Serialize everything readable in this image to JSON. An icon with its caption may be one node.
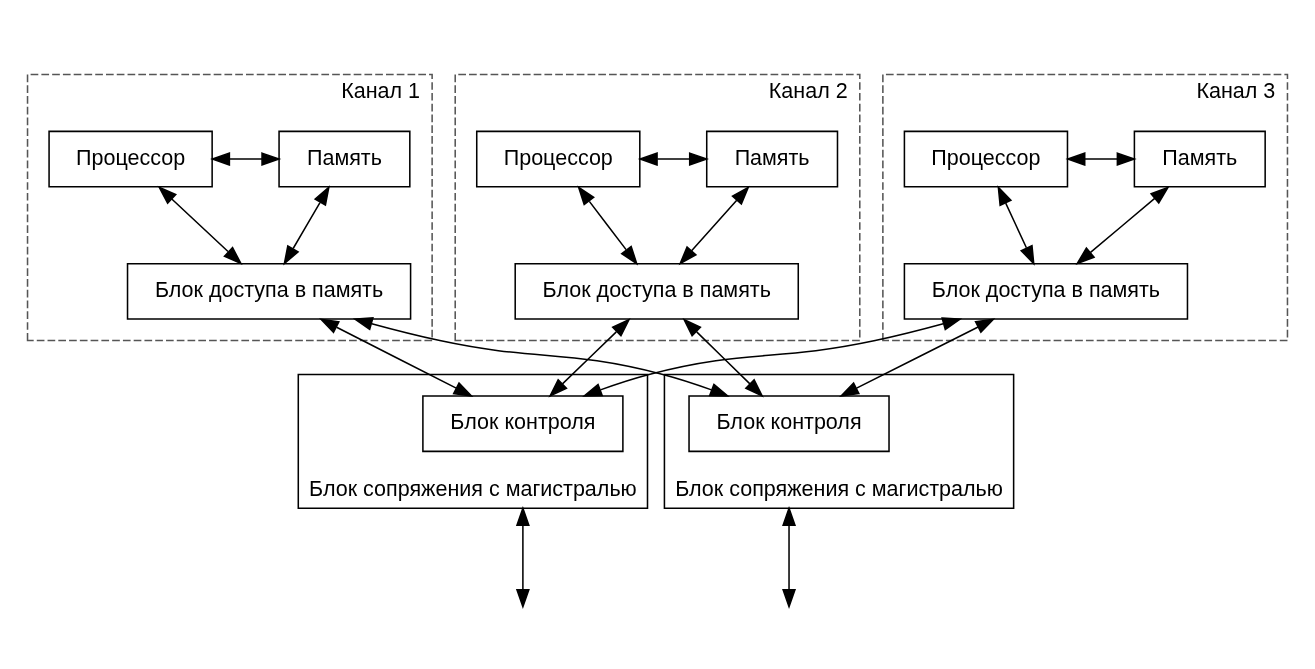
{
  "diagram": {
    "nodes": [
      {
        "text": [
          "Канал 1"
        ]
      },
      {
        "text": [
          "Процессор"
        ],
        "in": 0
      },
      {
        "text": [
          "Память"
        ],
        "in": 0
      },
      {
        "text": [
          "Блок доступа в память"
        ],
        "in": 0
      },
      {
        "text": [
          "Канал 2"
        ]
      },
      {
        "text": [
          "Процессор"
        ],
        "in": 4
      },
      {
        "text": [
          "Память"
        ],
        "in": 4
      },
      {
        "text": [
          "Блок доступа в память"
        ],
        "in": 4
      },
      {
        "text": [
          "Канал 3"
        ]
      },
      {
        "text": [
          "Процессор"
        ],
        "in": 8
      },
      {
        "text": [
          "Память"
        ],
        "in": 8
      },
      {
        "text": [
          "Блок доступа в память"
        ],
        "in": 8
      },
      {
        "text": [
          "Блок сопряжения с магистралью"
        ]
      },
      {
        "text": [
          "Блок контроля"
        ],
        "in": 12
      },
      {
        "text": [
          "Блок сопряжения с магистралью"
        ]
      },
      {
        "text": [
          "Блок контроля"
        ],
        "in": 14
      }
    ],
    "edges": [
      {
        "from": 1,
        "to": 2,
        "arrow": "both"
      },
      {
        "from": 1,
        "to": 3,
        "arrow": "both"
      },
      {
        "from": 2,
        "to": 3,
        "arrow": "both"
      },
      {
        "from": 5,
        "to": 6,
        "arrow": "both"
      },
      {
        "from": 5,
        "to": 7,
        "arrow": "both"
      },
      {
        "from": 6,
        "to": 7,
        "arrow": "both"
      },
      {
        "from": 9,
        "to": 10,
        "arrow": "both"
      },
      {
        "from": 9,
        "to": 11,
        "arrow": "both"
      },
      {
        "from": 10,
        "to": 11,
        "arrow": "both"
      },
      {
        "from": 3,
        "to": 13,
        "arrow": "both"
      },
      {
        "from": 3,
        "to": 15,
        "arrow": "both"
      },
      {
        "from": 7,
        "to": 13,
        "arrow": "both"
      },
      {
        "from": 7,
        "to": 15,
        "arrow": "both"
      },
      {
        "from": 11,
        "to": 13,
        "arrow": "both"
      },
      {
        "from": 11,
        "to": 15,
        "arrow": "both"
      },
      {
        "from": 12,
        "to": null,
        "arrow": "both"
      },
      {
        "from": 14,
        "to": null,
        "arrow": "both"
      }
    ]
  }
}
